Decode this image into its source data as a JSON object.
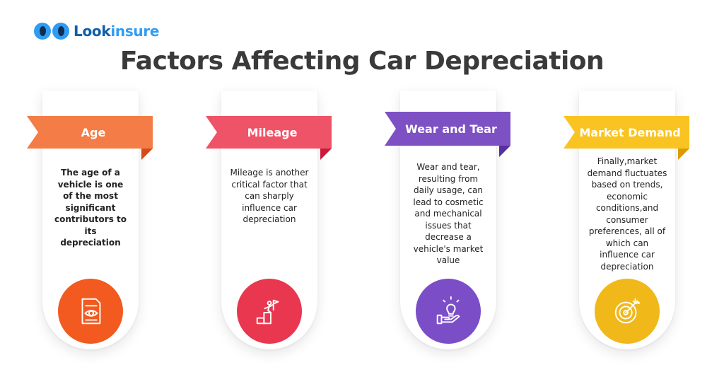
{
  "brand": {
    "name_part1": "Look",
    "name_part2": "insure"
  },
  "title": "Factors Affecting Car Depreciation",
  "cards": [
    {
      "label": "Age",
      "description": "The age of a vehicle is one of the most significant contributors to its depreciation",
      "color": "#f47c46",
      "fold_color": "#d44a18",
      "circle_color": "#f25a1f",
      "icon": "document-eye-icon"
    },
    {
      "label": "Mileage",
      "description": "Mileage is another critical factor that can sharply influence car depreciation",
      "color": "#ef5367",
      "fold_color": "#c91a3c",
      "circle_color": "#e8374f",
      "icon": "climbing-flag-icon"
    },
    {
      "label": "Wear and Tear",
      "description": "Wear and tear, resulting from daily usage, can lead to cosmetic and mechanical issues that decrease a vehicle's market value",
      "color": "#7d51c4",
      "fold_color": "#5a2ea0",
      "circle_color": "#7b4ec8",
      "icon": "hand-lightbulb-icon"
    },
    {
      "label": "Market Demand",
      "description": "Finally,market demand fluctuates based on trends, economic conditions,and consumer preferences, all of which can influence car depreciation",
      "color": "#f9c321",
      "fold_color": "#d99c06",
      "circle_color": "#f1b81a",
      "icon": "target-icon"
    }
  ]
}
